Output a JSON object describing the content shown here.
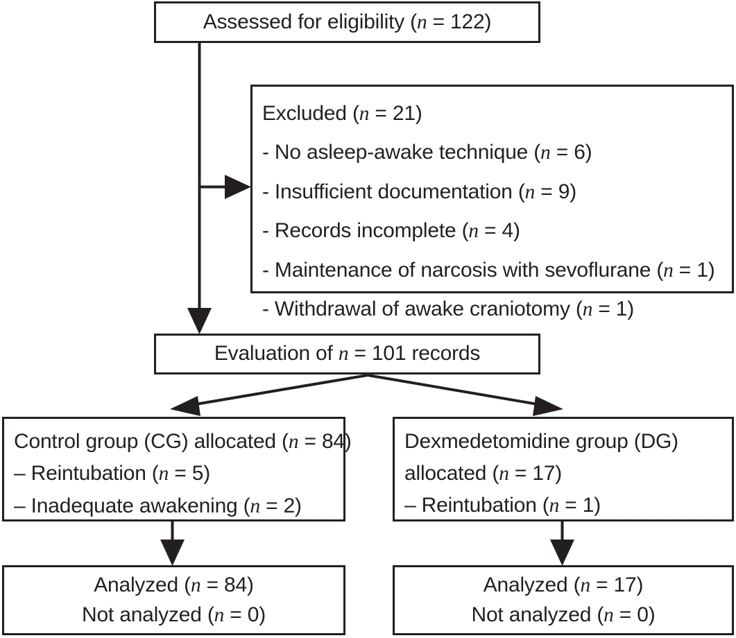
{
  "diagram": {
    "title": "CONSORT-style patient flow diagram",
    "stroke_color": "#231f20",
    "background_color": "#ffffff"
  },
  "nodes": {
    "assessed": {
      "lines": [
        "Assessed for eligibility (n = 122)"
      ]
    },
    "excluded": {
      "lines": [
        "Excluded (n = 21)",
        "- No asleep-awake technique (n = 6)",
        "- Insufficient documentation (n = 9)",
        "- Records incomplete (n = 4)",
        "- Maintenance of narcosis with sevoflurane (n = 1)",
        "- Withdrawal of awake craniotomy (n = 1)"
      ]
    },
    "evaluation": {
      "lines": [
        "Evaluation of n = 101 records"
      ]
    },
    "control_group": {
      "lines": [
        "Control group (CG) allocated (n = 84)",
        "– Reintubation (n = 5)",
        "– Inadequate awakening (n = 2)"
      ]
    },
    "dexmedetomidine_group": {
      "lines": [
        "Dexmedetomidine group (DG)",
        "allocated (n = 17)",
        "– Reintubation (n = 1)"
      ]
    },
    "analyzed_cg": {
      "lines": [
        "Analyzed (n = 84)",
        "Not analyzed (n = 0)"
      ]
    },
    "analyzed_dg": {
      "lines": [
        "Analyzed (n = 17)",
        "Not analyzed (n = 0)"
      ]
    }
  },
  "connectors": [
    {
      "name": "assessed-to-evaluation",
      "type": "vertical-arrow"
    },
    {
      "name": "assessed-to-excluded",
      "type": "horizontal-arrow"
    },
    {
      "name": "evaluation-to-control-group",
      "type": "diagonal-arrow-left"
    },
    {
      "name": "evaluation-to-dexmedetomidine-group",
      "type": "diagonal-arrow-right"
    },
    {
      "name": "control-group-to-analyzed-cg",
      "type": "vertical-arrow"
    },
    {
      "name": "dexmedetomidine-group-to-analyzed-dg",
      "type": "vertical-arrow"
    }
  ]
}
